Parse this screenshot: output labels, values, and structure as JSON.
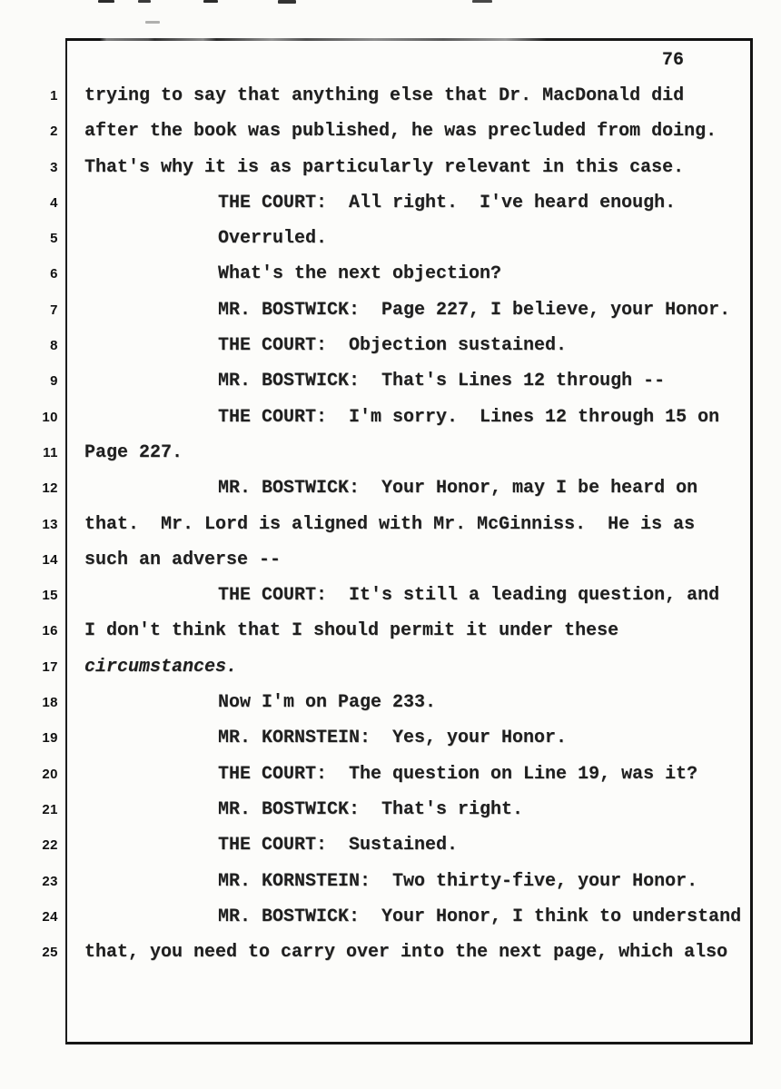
{
  "colors": {
    "ink": "#1f1f1f",
    "paper": "#fcfcfa"
  },
  "page": {
    "number": "76",
    "lines": [
      {
        "num": "1",
        "indent": false,
        "italic": false,
        "text": "trying to say that anything else that Dr. MacDonald did"
      },
      {
        "num": "2",
        "indent": false,
        "italic": false,
        "text": "after the book was published, he was precluded from doing."
      },
      {
        "num": "3",
        "indent": false,
        "italic": false,
        "text": "That's why it is as particularly relevant in this case."
      },
      {
        "num": "4",
        "indent": true,
        "italic": false,
        "text": "THE COURT:  All right.  I've heard enough."
      },
      {
        "num": "5",
        "indent": true,
        "italic": false,
        "text": "Overruled."
      },
      {
        "num": "6",
        "indent": true,
        "italic": false,
        "text": "What's the next objection?"
      },
      {
        "num": "7",
        "indent": true,
        "italic": false,
        "text": "MR. BOSTWICK:  Page 227, I believe, your Honor."
      },
      {
        "num": "8",
        "indent": true,
        "italic": false,
        "text": "THE COURT:  Objection sustained."
      },
      {
        "num": "9",
        "indent": true,
        "italic": false,
        "text": "MR. BOSTWICK:  That's Lines 12 through --"
      },
      {
        "num": "10",
        "indent": true,
        "italic": false,
        "text": "THE COURT:  I'm sorry.  Lines 12 through 15 on"
      },
      {
        "num": "11",
        "indent": false,
        "italic": false,
        "text": "Page 227."
      },
      {
        "num": "12",
        "indent": true,
        "italic": false,
        "text": "MR. BOSTWICK:  Your Honor, may I be heard on"
      },
      {
        "num": "13",
        "indent": false,
        "italic": false,
        "text": "that.  Mr. Lord is aligned with Mr. McGinniss.  He is as"
      },
      {
        "num": "14",
        "indent": false,
        "italic": false,
        "text": "such an adverse --"
      },
      {
        "num": "15",
        "indent": true,
        "italic": false,
        "text": "THE COURT:  It's still a leading question, and"
      },
      {
        "num": "16",
        "indent": false,
        "italic": false,
        "text": "I don't think that I should permit it under these"
      },
      {
        "num": "17",
        "indent": false,
        "italic": true,
        "text": "circumstances."
      },
      {
        "num": "18",
        "indent": true,
        "italic": false,
        "text": "Now I'm on Page 233."
      },
      {
        "num": "19",
        "indent": true,
        "italic": false,
        "text": "MR. KORNSTEIN:  Yes, your Honor."
      },
      {
        "num": "20",
        "indent": true,
        "italic": false,
        "text": "THE COURT:  The question on Line 19, was it?"
      },
      {
        "num": "21",
        "indent": true,
        "italic": false,
        "text": "MR. BOSTWICK:  That's right."
      },
      {
        "num": "22",
        "indent": true,
        "italic": false,
        "text": "THE COURT:  Sustained."
      },
      {
        "num": "23",
        "indent": true,
        "italic": false,
        "text": "MR. KORNSTEIN:  Two thirty-five, your Honor."
      },
      {
        "num": "24",
        "indent": true,
        "italic": false,
        "text": "MR. BOSTWICK:  Your Honor, I think to understand"
      },
      {
        "num": "25",
        "indent": false,
        "italic": false,
        "text": "that, you need to carry over into the next page, which also"
      }
    ]
  }
}
